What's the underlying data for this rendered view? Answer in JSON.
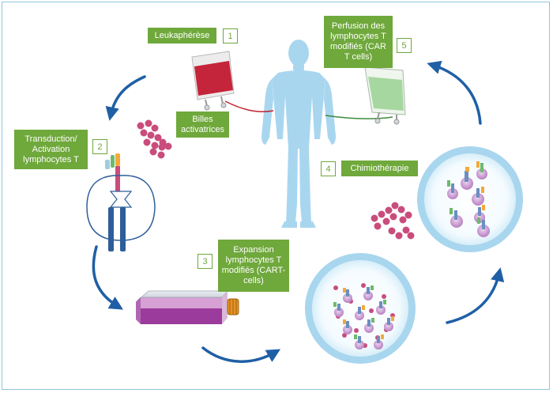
{
  "colors": {
    "label_bg": "#6fa83b",
    "label_text": "#ffffff",
    "arrow": "#1f5fa5",
    "body": "#a9d6ef",
    "bead": "#c94d7c",
    "dish": "#a8d6ee"
  },
  "steps": [
    {
      "number": "1",
      "label": "Leukaphérèse"
    },
    {
      "number": "2",
      "label": "Transduction/ Activation lymphocytes T"
    },
    {
      "number": "3",
      "label": "Expansion lymphocytes T modifiés (CART-cells)"
    },
    {
      "number": "4",
      "label": "Chimiothérapie"
    },
    {
      "number": "5",
      "label": "Perfusion des lymphocytes T modifiés (CAR T cells)"
    }
  ],
  "beads_label": "Billes activatrices",
  "icons": [
    "human-body-icon",
    "blood-bag-icon",
    "car-t-bag-icon",
    "culture-flask-icon",
    "petri-dish-icon",
    "cycle-arrow-icon"
  ]
}
